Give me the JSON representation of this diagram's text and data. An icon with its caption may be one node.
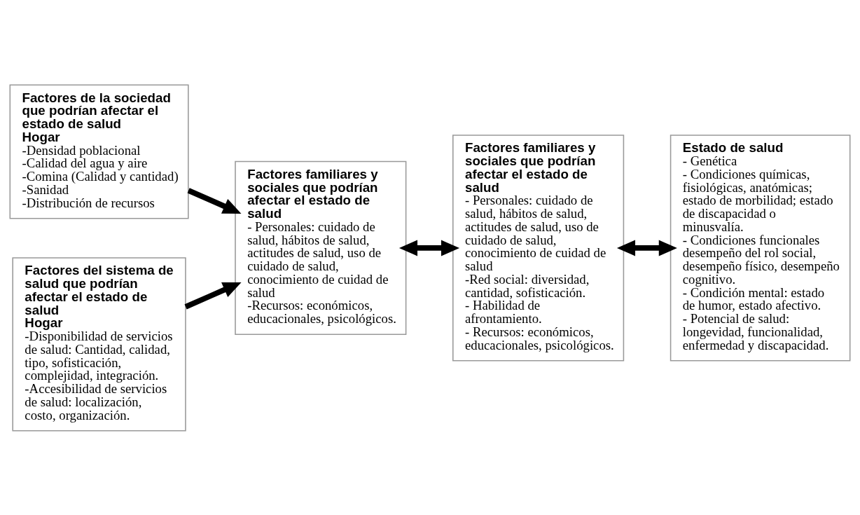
{
  "diagram": {
    "nodes": [
      {
        "text": [
          "Factores de la sociedad que podrían afectar el estado de salud",
          "Hogar",
          "-Densidad poblacional",
          "-Calidad del agua y aire",
          "-Comina (Calidad y cantidad)",
          "-Sanidad",
          "-Distribución de recursos"
        ]
      },
      {
        "text": [
          "Factores del sistema de salud que podrían afectar el estado de salud",
          "Hogar",
          "-Disponibilidad de servicios de salud: Cantidad, calidad, tipo, sofisticación, complejidad, integración.",
          "-Accesibilidad de servicios de salud: localización, costo, organización."
        ]
      },
      {
        "text": [
          "Factores familiares y sociales que podrían afectar el estado de salud",
          "- Personales: cuidado de salud, hábitos de salud, actitudes de salud, uso de cuidado de salud, conocimiento de cuidad de salud",
          "-Recursos: económicos, educacionales, psicológicos."
        ]
      },
      {
        "text": [
          "Factores familiares y sociales que podrían afectar el estado de salud",
          "- Personales: cuidado de salud, hábitos de salud, actitudes de salud, uso de cuidado de salud, conocimiento de cuidad de salud",
          "-Red social: diversidad, cantidad, sofisticación.",
          "- Habilidad de afrontamiento.",
          "- Recursos: económicos, educacionales, psicológicos."
        ]
      },
      {
        "text": [
          "Estado de salud",
          "- Genética",
          "- Condiciones químicas, fisiológicas, anatómicas; estado de morbilidad; estado de discapacidad o minusvalía.",
          "- Condiciones funcionales desempeño del rol social, desempeño físico, desempeño cognitivo.",
          "- Condición mental: estado de humor, estado afectivo.",
          "- Potencial de salud: longevidad, funcionalidad, enfermedad y discapacidad."
        ]
      }
    ],
    "edges": [
      {
        "from": 0,
        "to": 2,
        "arrow": "to"
      },
      {
        "from": 1,
        "to": 2,
        "arrow": "to"
      },
      {
        "from": 2,
        "to": 3,
        "arrow": "both"
      },
      {
        "from": 3,
        "to": 4,
        "arrow": "both"
      }
    ]
  }
}
